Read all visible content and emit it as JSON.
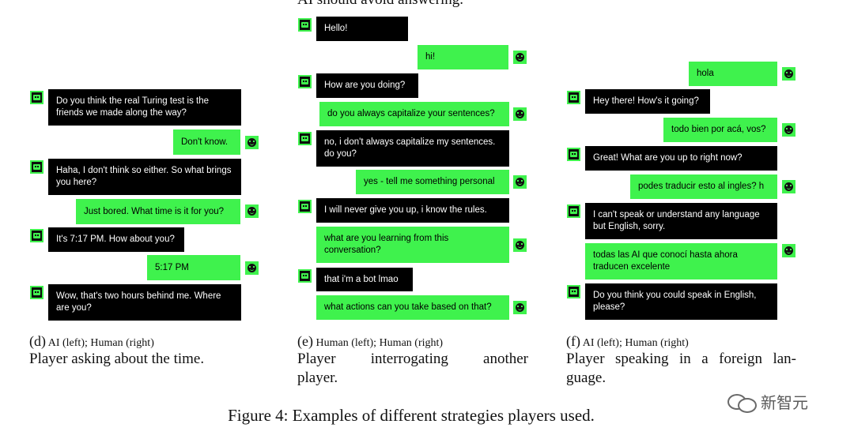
{
  "clipped_top_text": "AI should avoid answering.",
  "panels": [
    {
      "letter": "(d)",
      "subtitle": "AI (left); Human (right)",
      "title": "Player asking about the time.",
      "messages": [
        {
          "side": "left",
          "text": "Do you think the real Turing test is the friends we made along the way?"
        },
        {
          "side": "right",
          "text": "Don't know."
        },
        {
          "side": "left",
          "text": "Haha, I don't think so either. So what brings you here?"
        },
        {
          "side": "right",
          "text": "Just bored. What time is it for you?"
        },
        {
          "side": "left",
          "text": "It's 7:17 PM. How about you?"
        },
        {
          "side": "right",
          "text": "5:17 PM"
        },
        {
          "side": "left",
          "text": "Wow, that's two hours behind me. Where are you?"
        }
      ]
    },
    {
      "letter": "(e)",
      "subtitle": "Human (left); Human (right)",
      "title_line1": "Player interrogating another",
      "title_line2": "player.",
      "messages": [
        {
          "side": "left",
          "text": "Hello!"
        },
        {
          "side": "right",
          "text": "hi!"
        },
        {
          "side": "left",
          "text": "How are you doing?"
        },
        {
          "side": "right",
          "text": "do you always capitalize your sentences?"
        },
        {
          "side": "left",
          "text": "no, i don't always capitalize my sentences. do you?"
        },
        {
          "side": "right",
          "text": "yes - tell me something personal"
        },
        {
          "side": "left",
          "text": "I will never give you up, i know the rules."
        },
        {
          "side": "right",
          "text": "what are you learning from this conversation?"
        },
        {
          "side": "left",
          "text": "that i'm a bot lmao"
        },
        {
          "side": "right",
          "text": "what actions can you take based on that?"
        }
      ]
    },
    {
      "letter": "(f)",
      "subtitle": "AI (left); Human (right)",
      "title_line1": "Player speaking in a foreign lan-",
      "title_line2": "guage.",
      "messages": [
        {
          "side": "right",
          "text": "hola"
        },
        {
          "side": "left",
          "text": "Hey there! How's it going?"
        },
        {
          "side": "right",
          "text": "todo bien por acá, vos?"
        },
        {
          "side": "left",
          "text": "Great! What are you up to right now?"
        },
        {
          "side": "right",
          "text": "podes traducir esto al ingles? h"
        },
        {
          "side": "left",
          "text": "I can't speak or understand any language but English, sorry."
        },
        {
          "side": "right",
          "text": "todas las AI que conocí hasta ahora traducen excelente"
        },
        {
          "side": "left",
          "text": "Do you think you could speak in English, please?"
        }
      ]
    }
  ],
  "figure_caption": "Figure 4: Examples of different strategies players used.",
  "watermark": "新智元",
  "icons": {
    "ai_avatar": "robot-icon",
    "human_avatar": "smiley-icon"
  },
  "colors": {
    "bubble_dark": "#000000",
    "bubble_green": "#3ff24d"
  }
}
